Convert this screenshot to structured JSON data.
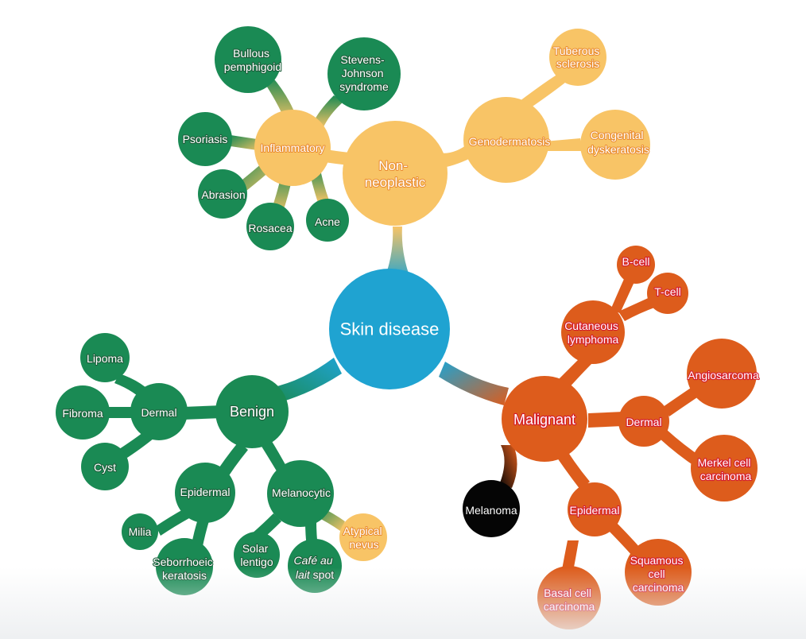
{
  "colors": {
    "center": "#1fa3d1",
    "yellow": "#f8c466",
    "green": "#1a8a54",
    "orange": "#dd5c1c",
    "black": "#050505"
  },
  "diagram": {
    "root": {
      "label": "Skin disease"
    },
    "branches": {
      "non_neoplastic": {
        "label_lines": [
          "Non-",
          "neoplastic"
        ],
        "inflammatory": {
          "label": "Inflammatory",
          "children": {
            "bullous": [
              "Bullous",
              "pemphigoid"
            ],
            "sjs": [
              "Stevens-",
              "Johnson",
              "syndrome"
            ],
            "psoriasis": "Psoriasis",
            "abrasion": "Abrasion",
            "rosacea": "Rosacea",
            "acne": "Acne"
          }
        },
        "genodermatosis": {
          "label": "Genodermatosis",
          "children": {
            "tuberous": [
              "Tuberous",
              "sclerosis"
            ],
            "congenital": [
              "Congenital",
              "dyskeratosis"
            ]
          }
        }
      },
      "benign": {
        "label": "Benign",
        "dermal": {
          "label": "Dermal",
          "children": {
            "lipoma": "Lipoma",
            "fibroma": "Fibroma",
            "cyst": "Cyst"
          }
        },
        "epidermal": {
          "label": "Epidermal",
          "children": {
            "milia": "Milia",
            "seborrhoeic": [
              "Seborrhoeic",
              "keratosis"
            ]
          }
        },
        "melanocytic": {
          "label": "Melanocytic",
          "children": {
            "solar": [
              "Solar",
              "lentigo"
            ],
            "cafe_line1": "Café au",
            "cafe_line2_italic": "lait",
            "cafe_line2_rest": " spot",
            "atypical": [
              "Atypical",
              "nevus"
            ]
          }
        }
      },
      "malignant": {
        "label": "Malignant",
        "melanoma": "Melanoma",
        "cutaneous": {
          "label_lines": [
            "Cutaneous",
            "lymphoma"
          ],
          "children": {
            "bcell": "B-cell",
            "tcell": "T-cell"
          }
        },
        "dermal": {
          "label": "Dermal",
          "children": {
            "angiosarcoma": "Angiosarcoma",
            "merkel": [
              "Merkel cell",
              "carcinoma"
            ]
          }
        },
        "epidermal": {
          "label": "Epidermal",
          "children": {
            "squamous": [
              "Squamous",
              "cell",
              "carcinoma"
            ],
            "basal": [
              "Basal cell",
              "carcinoma"
            ]
          }
        }
      }
    }
  }
}
